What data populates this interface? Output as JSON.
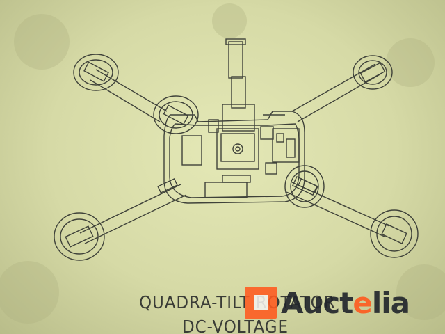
{
  "drawing": {
    "title_line1": "QUADRA-TILT ROTATOR",
    "title_line2": "DC-VOLTAGE"
  },
  "watermark": {
    "brand_part1": "Auct",
    "brand_dot_letter": "e",
    "brand_part2": "lia",
    "brand_color": "#ff5a1e",
    "text_color": "#20242b"
  },
  "colors": {
    "paper": "#d8dca8",
    "ink": "#3a3c36"
  }
}
